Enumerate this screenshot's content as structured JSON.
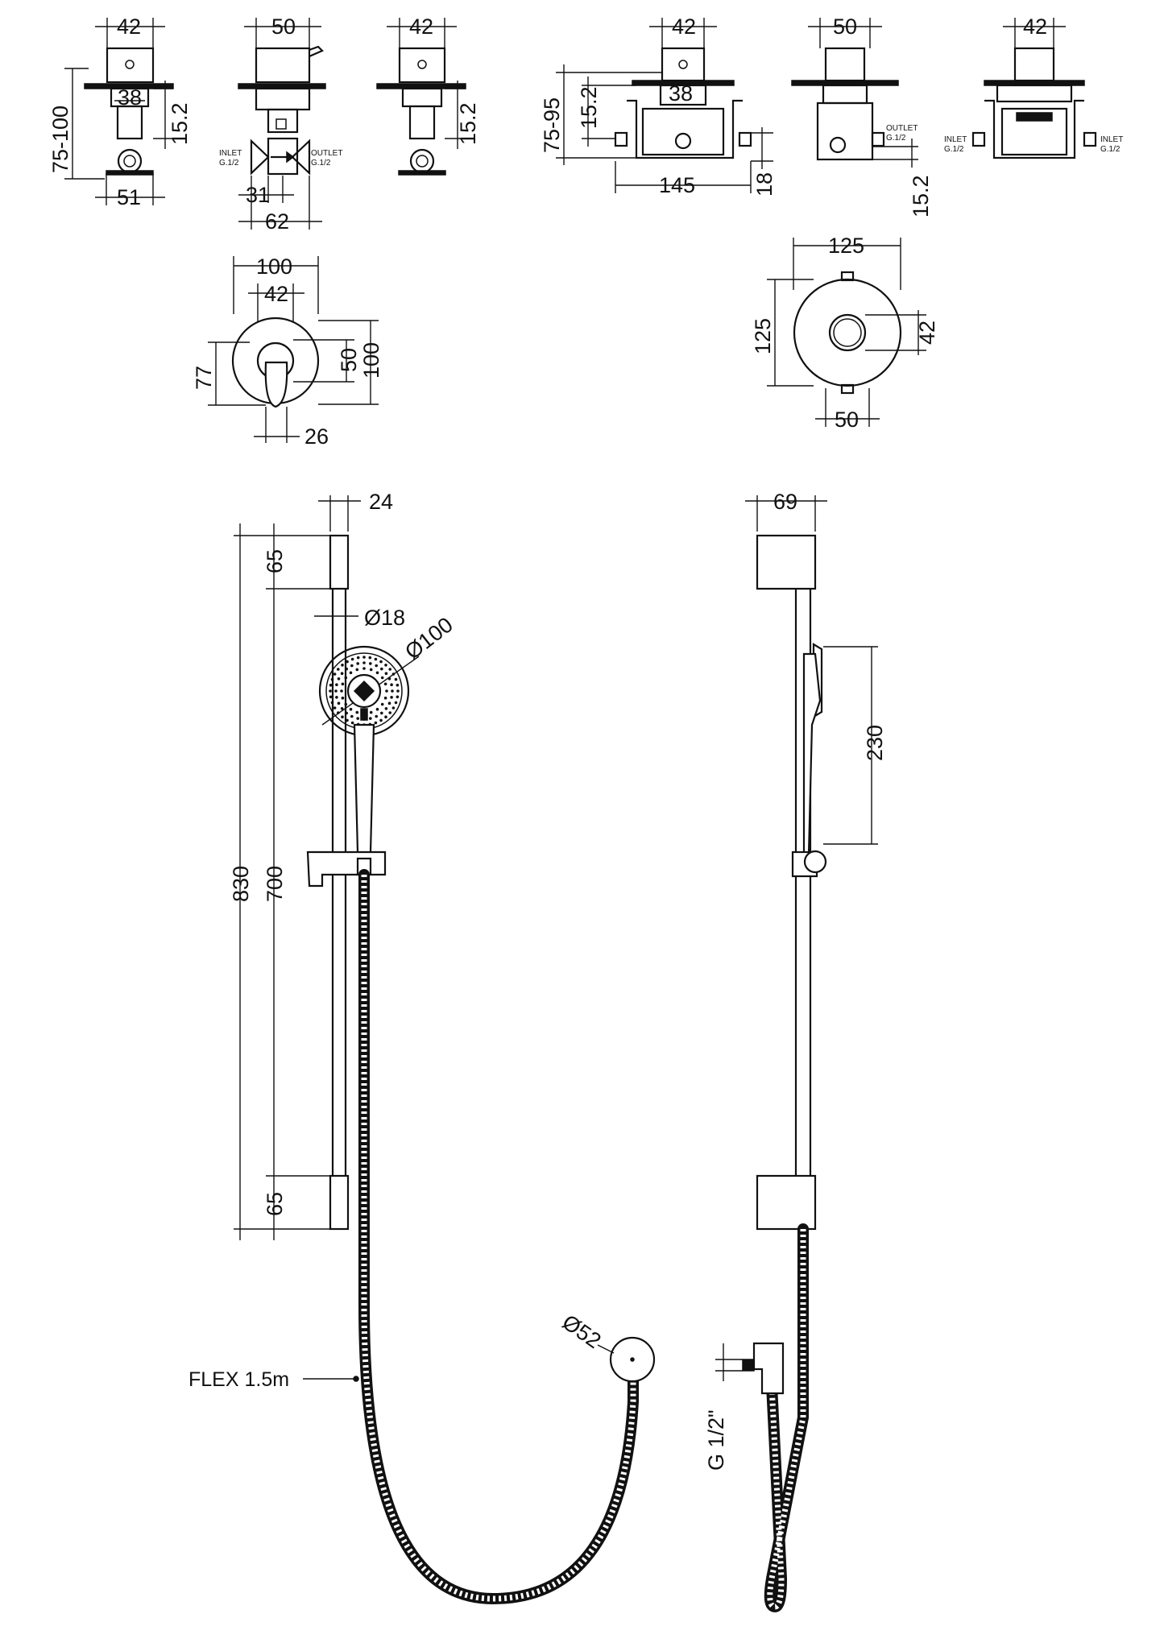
{
  "drawing": {
    "valve_front_1": {
      "w_top": "42",
      "w_mid": "38",
      "depth": "75-100",
      "offset": "15.2",
      "w_base": "51"
    },
    "valve_side": {
      "w_top": "50",
      "w_mid": "31",
      "w_base": "62",
      "inlet": "INLET",
      "inlet_thread": "G.1/2",
      "outlet": "OUTLET",
      "outlet_thread": "G.1/2"
    },
    "valve_front_2": {
      "w_top": "42",
      "offset": "15.2"
    },
    "thermo_front": {
      "w_top": "42",
      "w_mid": "38",
      "depth": "75-95",
      "offset": "15.2",
      "width": "145",
      "stub": "18"
    },
    "thermo_side": {
      "w_top": "50",
      "outlet": "OUTLET",
      "outlet_thread": "G.1/2",
      "offset": "15.2"
    },
    "thermo_rear": {
      "w_top": "42",
      "inlet_l": "INLET",
      "inlet_l_thread": "G.1/2",
      "inlet_r": "INLET",
      "inlet_r_thread": "G.1/2"
    },
    "plate_round": {
      "outer": "100",
      "knob": "42",
      "height_a": "50",
      "height_b": "100",
      "handle_drop": "77",
      "handle_w": "26"
    },
    "plate_thermo": {
      "width": "125",
      "height": "125",
      "knob": "42",
      "bottom": "50"
    },
    "rail_front": {
      "bracket_depth": "24",
      "top_bracket": "65",
      "rod": "Ø18",
      "head": "Ø100",
      "overall": "830",
      "centres": "700",
      "bottom_bracket": "65",
      "hose": "FLEX 1.5m",
      "elbow": "Ø52"
    },
    "rail_side": {
      "bracket_depth": "69",
      "handset": "230",
      "thread": "G 1/2\""
    }
  }
}
